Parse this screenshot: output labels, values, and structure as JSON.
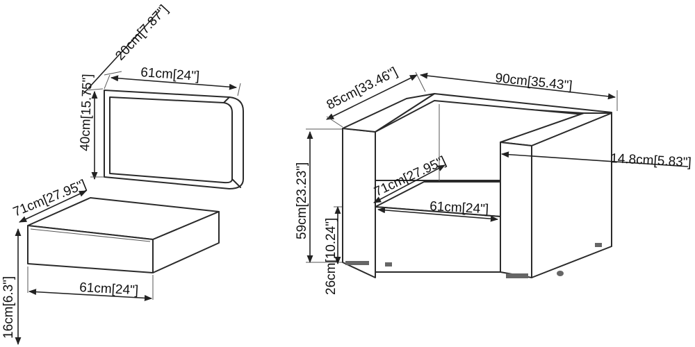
{
  "cushion_back": {
    "depth_label": "20cm[7.87\"]",
    "width_label": "61cm[24\"]",
    "height_label": "40cm[15.75\"]"
  },
  "cushion_seat": {
    "depth_label": "71cm[27.95\"]",
    "width_label": "61cm[24\"]",
    "height_label": "16cm[6.3\"]"
  },
  "chair": {
    "depth_label": "85cm[33.46\"]",
    "width_label": "90cm[35.43\"]",
    "arm_width_label": "14.8cm[5.83\"]",
    "height_label": "59cm[23.23\"]",
    "seat_height_label": "26cm[10.24\"]",
    "seat_depth_label": "71cm[27.95\"]",
    "seat_width_label": "61cm[24\"]"
  }
}
